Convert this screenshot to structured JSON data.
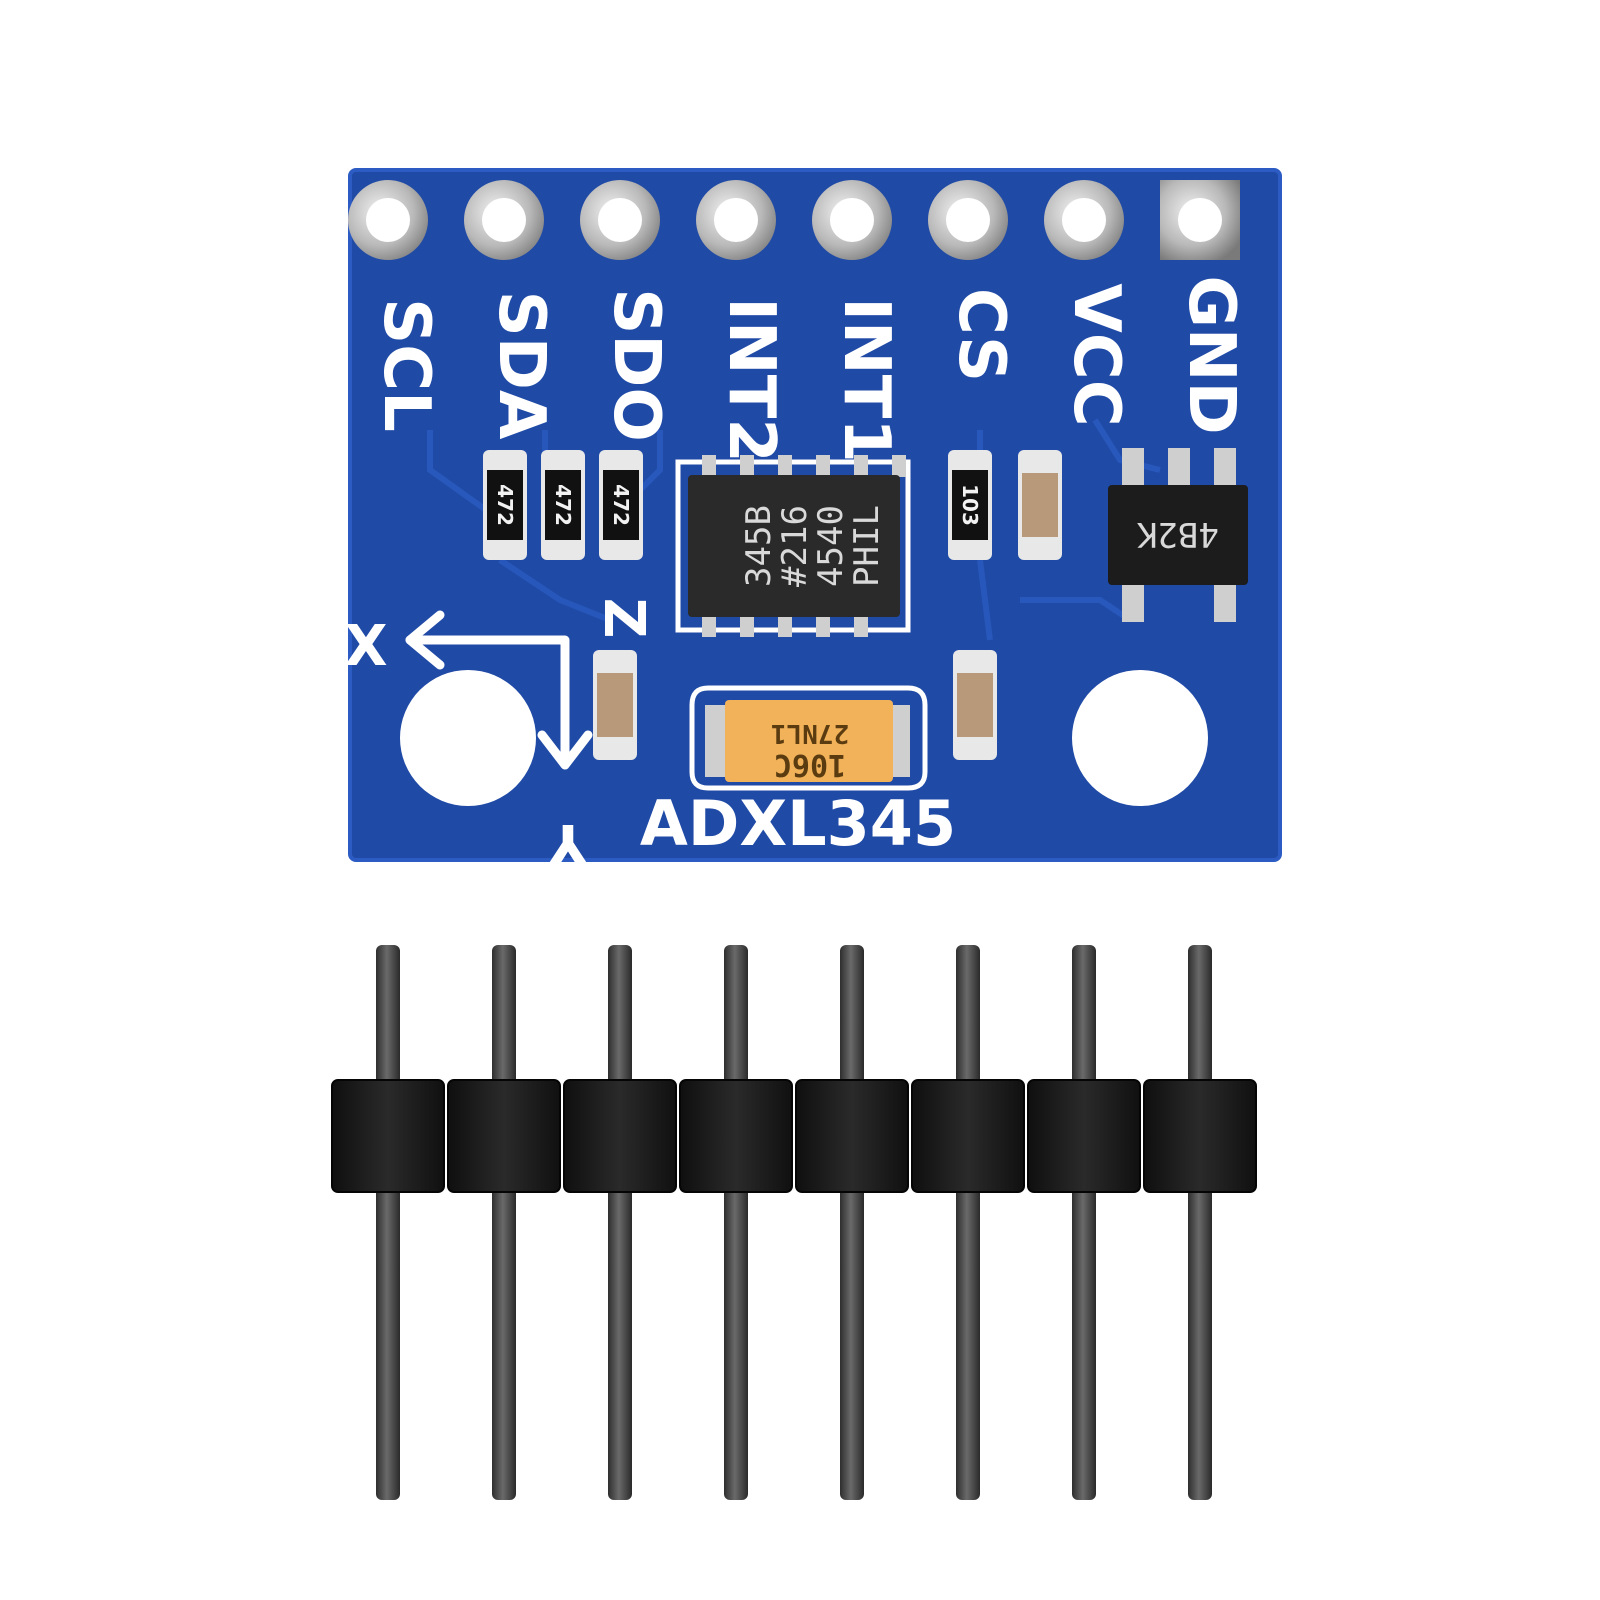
{
  "pcb": {
    "color": "#1f4aa6",
    "pin_labels": [
      "SCL",
      "SDA",
      "SDO",
      "INT2",
      "INT1",
      "CS",
      "VCC",
      "GND"
    ],
    "board_label": "ADXL345",
    "axis_labels": {
      "x": "X",
      "y": "Y",
      "z": "Z"
    },
    "resistor_codes": [
      "472",
      "472",
      "472",
      "103"
    ],
    "ic_lines": [
      "345B",
      "#216",
      "4540",
      "PHIL"
    ],
    "regulator_code": "4B2K",
    "tantalum_lines": [
      "106C",
      "27NL1"
    ]
  },
  "header": {
    "pin_count": 8,
    "housing_color": "#1a1a1a",
    "pin_color": "#4a4a4a"
  }
}
